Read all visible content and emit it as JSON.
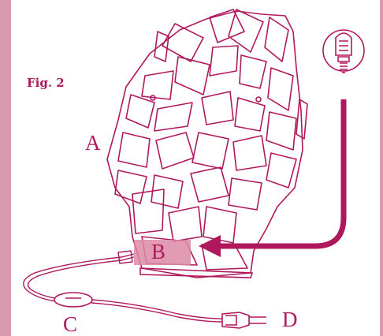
{
  "figure": {
    "title": "Fig. 2"
  },
  "labels": {
    "a": "A",
    "b": "B",
    "c": "C",
    "d": "D"
  },
  "colors": {
    "ink": "#b0185e",
    "strip": "#d79aaf",
    "highlight": "#dc8aa6"
  },
  "icons": {
    "bulb": "light-bulb-icon",
    "plug": "plug-icon",
    "switch": "inline-switch-icon"
  }
}
